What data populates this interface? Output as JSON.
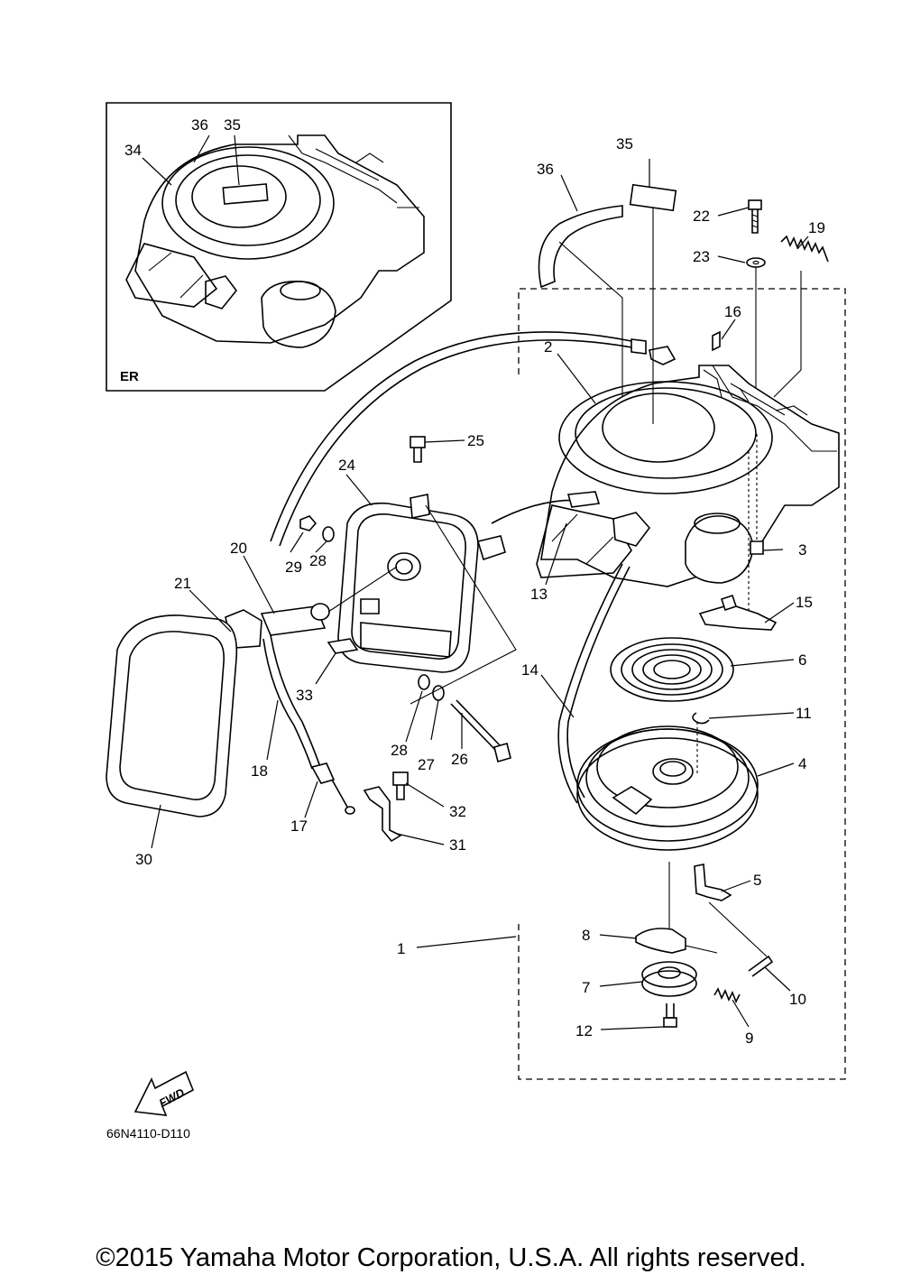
{
  "inset": {
    "tag": "ER",
    "callouts": [
      "36",
      "35",
      "34"
    ]
  },
  "callouts": [
    "1",
    "2",
    "3",
    "4",
    "5",
    "6",
    "7",
    "8",
    "9",
    "10",
    "11",
    "12",
    "13",
    "14",
    "15",
    "16",
    "17",
    "18",
    "19",
    "20",
    "21",
    "22",
    "23",
    "24",
    "25",
    "26",
    "27",
    "28",
    "28",
    "29",
    "30",
    "31",
    "32",
    "33",
    "35",
    "36"
  ],
  "fwd_label": "FWD",
  "diagram_code": "66N4110-D110",
  "copyright": "©2015 Yamaha Motor Corporation, U.S.A. All rights reserved."
}
